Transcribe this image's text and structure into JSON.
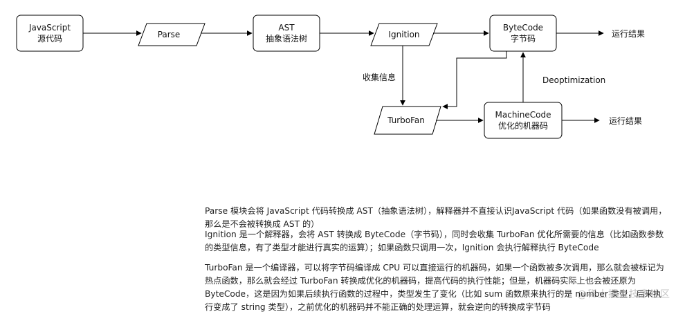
{
  "diagram": {
    "nodes": {
      "js_source": {
        "line1": "JavaScript",
        "line2": "源代码"
      },
      "parse": {
        "label": "Parse"
      },
      "ast": {
        "line1": "AST",
        "line2": "抽象语法树"
      },
      "ignition": {
        "label": "Ignition"
      },
      "bytecode": {
        "line1": "ByteCode",
        "line2": "字节码"
      },
      "turbofan": {
        "label": "TurboFan"
      },
      "machinecode": {
        "line1": "MachineCode",
        "line2": "优化的机器码"
      }
    },
    "labels": {
      "collect_info": "收集信息",
      "deoptimization": "Deoptimization",
      "result_top": "运行结果",
      "result_bottom": "运行结果"
    }
  },
  "text": {
    "p1": "Parse 模块会将 JavaScript 代码转换成 AST（抽象语法树），解释器并不直接认识JavaScript 代码（如果函数没有被调用，那么是不会被转换成 AST 的）",
    "p2": "Ignition 是一个解释器，会将 AST 转换成 ByteCode（字节码），同时会收集 TurboFan 优化所需要的信息（比如函数参数的类型信息，有了类型才能进行真实的运算）；如果函数只调用一次，Ignition 会执行解释执行 ByteCode",
    "p3": "TurboFan 是一个编译器，可以将字节码编译成 CPU 可以直接运行的机器码，如果一个函数被多次调用，那么就会被标记为 热点函数，那么就会经过 TurboFan 转换成优化的机器码，提高代码的执行性能；但是，机器码实际上也会被还原为 ByteCode，这是因为如果后续执行函数的过程中，类型发生了变化（比如 sum 函数原来执行的是 number 类型，后来执行变成了 string 类型），之前优化的机器码并不能正确的处理运算，就会逆向的转换成字节码"
  },
  "watermark": "@稀土掘金技术社区"
}
